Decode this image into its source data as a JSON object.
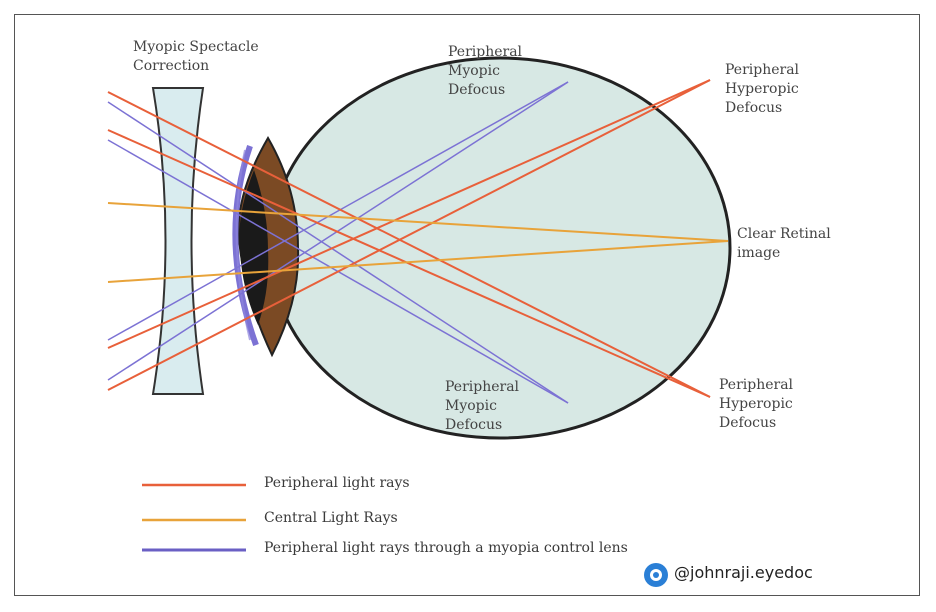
{
  "labels": {
    "lens": "Myopic Spectacle\nCorrection",
    "myopic_top": "Peripheral\nMyopic\nDefocus",
    "hyperopic_top": "Peripheral\nHyperopic\nDefocus",
    "clear_image": "Clear Retinal\nimage",
    "myopic_bottom": "Peripheral\nMyopic\nDefocus",
    "hyperopic_bottom": "Peripheral\nHyperopic\nDefocus"
  },
  "legend": [
    {
      "label": "Peripheral light rays",
      "color": "#e8603a"
    },
    {
      "label": "Central Light Rays",
      "color": "#e8a33a"
    },
    {
      "label": "Peripheral light rays through a myopia control lens",
      "color": "#6a5fc4"
    }
  ],
  "handle": "@johnraji.eyedoc",
  "colors": {
    "eyeball": "#d7e8e4",
    "cornea": "#7b4a24",
    "lens_glass": "#d9ecef",
    "peripheral": "#e8603a",
    "central": "#e8a33a",
    "myopia_control": "#7c72d4"
  }
}
